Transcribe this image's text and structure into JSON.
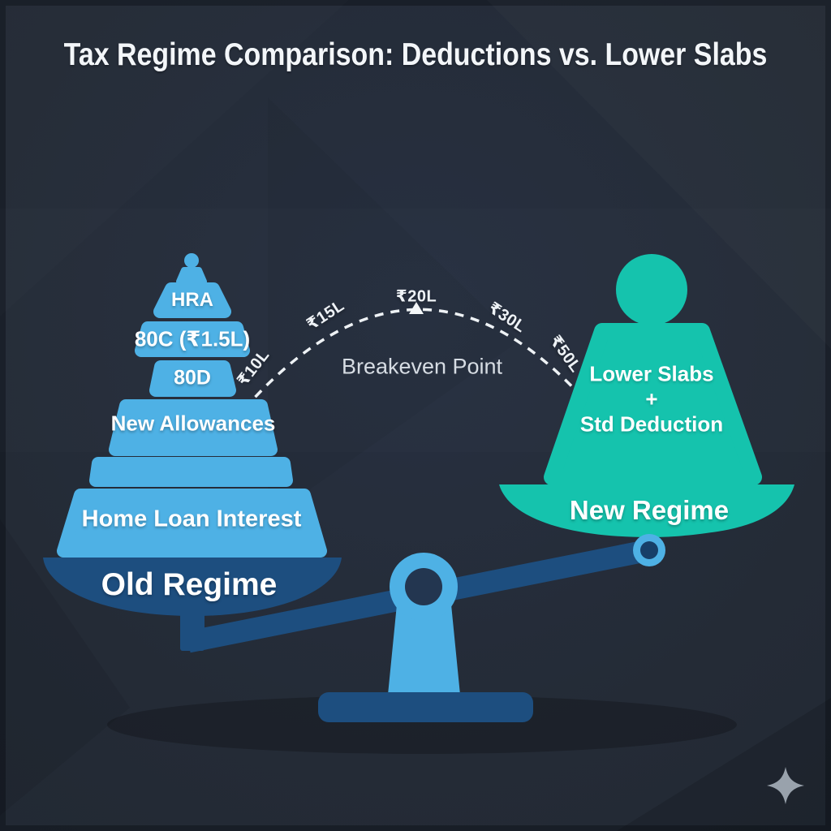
{
  "title": "Tax Regime Comparison: Deductions vs. Lower Slabs",
  "left_scale": {
    "pan_label": "Old Regime",
    "tier_labels": [
      "HRA",
      "80C (₹1.5L)",
      "80D",
      "New Allowances",
      "Home Loan Interest"
    ]
  },
  "right_scale": {
    "pan_label": "New Regime",
    "weight_lines": [
      "Lower Slabs",
      "+",
      "Std Deduction"
    ]
  },
  "breakeven": {
    "label": "Breakeven Point",
    "milestones": [
      "₹10L",
      "₹15L",
      "₹20L",
      "₹30L",
      "₹50L"
    ]
  },
  "colors": {
    "background": "#242b36",
    "light_blue": "#4eb1e5",
    "dark_blue": "#1d4e7f",
    "teal": "#15c3ad",
    "text_light": "#f3f6f9"
  },
  "decor": {
    "sparkle_icon": "four-point-star"
  }
}
